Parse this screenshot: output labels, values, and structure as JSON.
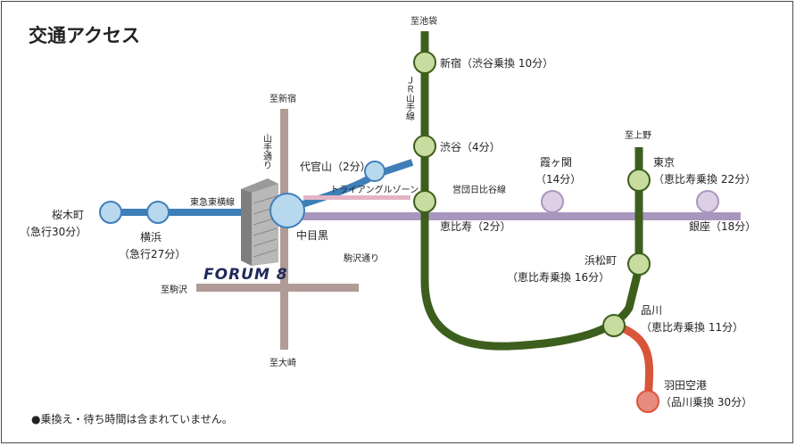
{
  "title": "交通アクセス",
  "footnote": "●乗換え・待ち時間は含まれていません。",
  "logo": "FORUM 8",
  "colors": {
    "jr_yamanote": "#3d5f1d",
    "tokyu_toyoko": "#3f7fb8",
    "hibiya": "#a996bd",
    "keikyu": "#d9553a",
    "road": "#b09b97",
    "station_fill_yamanote": "#c7dc9e",
    "station_fill_toyoko": "#b8d8ee",
    "station_fill_hibiya": "#ddcfe6",
    "station_fill_keikyu": "#e68b7e"
  },
  "lines": {
    "jr_yamanote": "ＪＲ山手線",
    "tokyu_toyoko": "東急東横線",
    "hibiya": "営団日比谷線",
    "tokyu_small": "トライアングルゾーン"
  },
  "roads": {
    "yamanote_dori": "山手通り",
    "komazawa_dori": "駒沢通り"
  },
  "directions": {
    "to_ikebukuro": "至池袋",
    "to_shinjuku": "至新宿",
    "to_ueno": "至上野",
    "to_komazawa": "至駒沢",
    "to_osaki": "至大崎"
  },
  "stations": {
    "shinjuku": "新宿（渋谷乗換 10分）",
    "shibuya": "渋谷（4分）",
    "daikanyama": "代官山（2分）",
    "ebisu": "恵比寿（2分）",
    "nakameguro": "中目黒",
    "kasumigaseki_name": "霞ヶ関",
    "kasumigaseki_time": "（14分）",
    "tokyo_name": "東京",
    "tokyo_time": "（恵比寿乗換 22分）",
    "ginza": "銀座（18分）",
    "hamamatsucho_name": "浜松町",
    "hamamatsucho_time": "（恵比寿乗換 16分）",
    "shinagawa_name": "品川",
    "shinagawa_time": "（恵比寿乗換 11分）",
    "haneda_name": "羽田空港",
    "haneda_time": "（品川乗換 30分）",
    "sakuragicho_name": "桜木町",
    "sakuragicho_time": "（急行30分）",
    "yokohama_name": "横浜",
    "yokohama_time": "（急行27分）"
  }
}
